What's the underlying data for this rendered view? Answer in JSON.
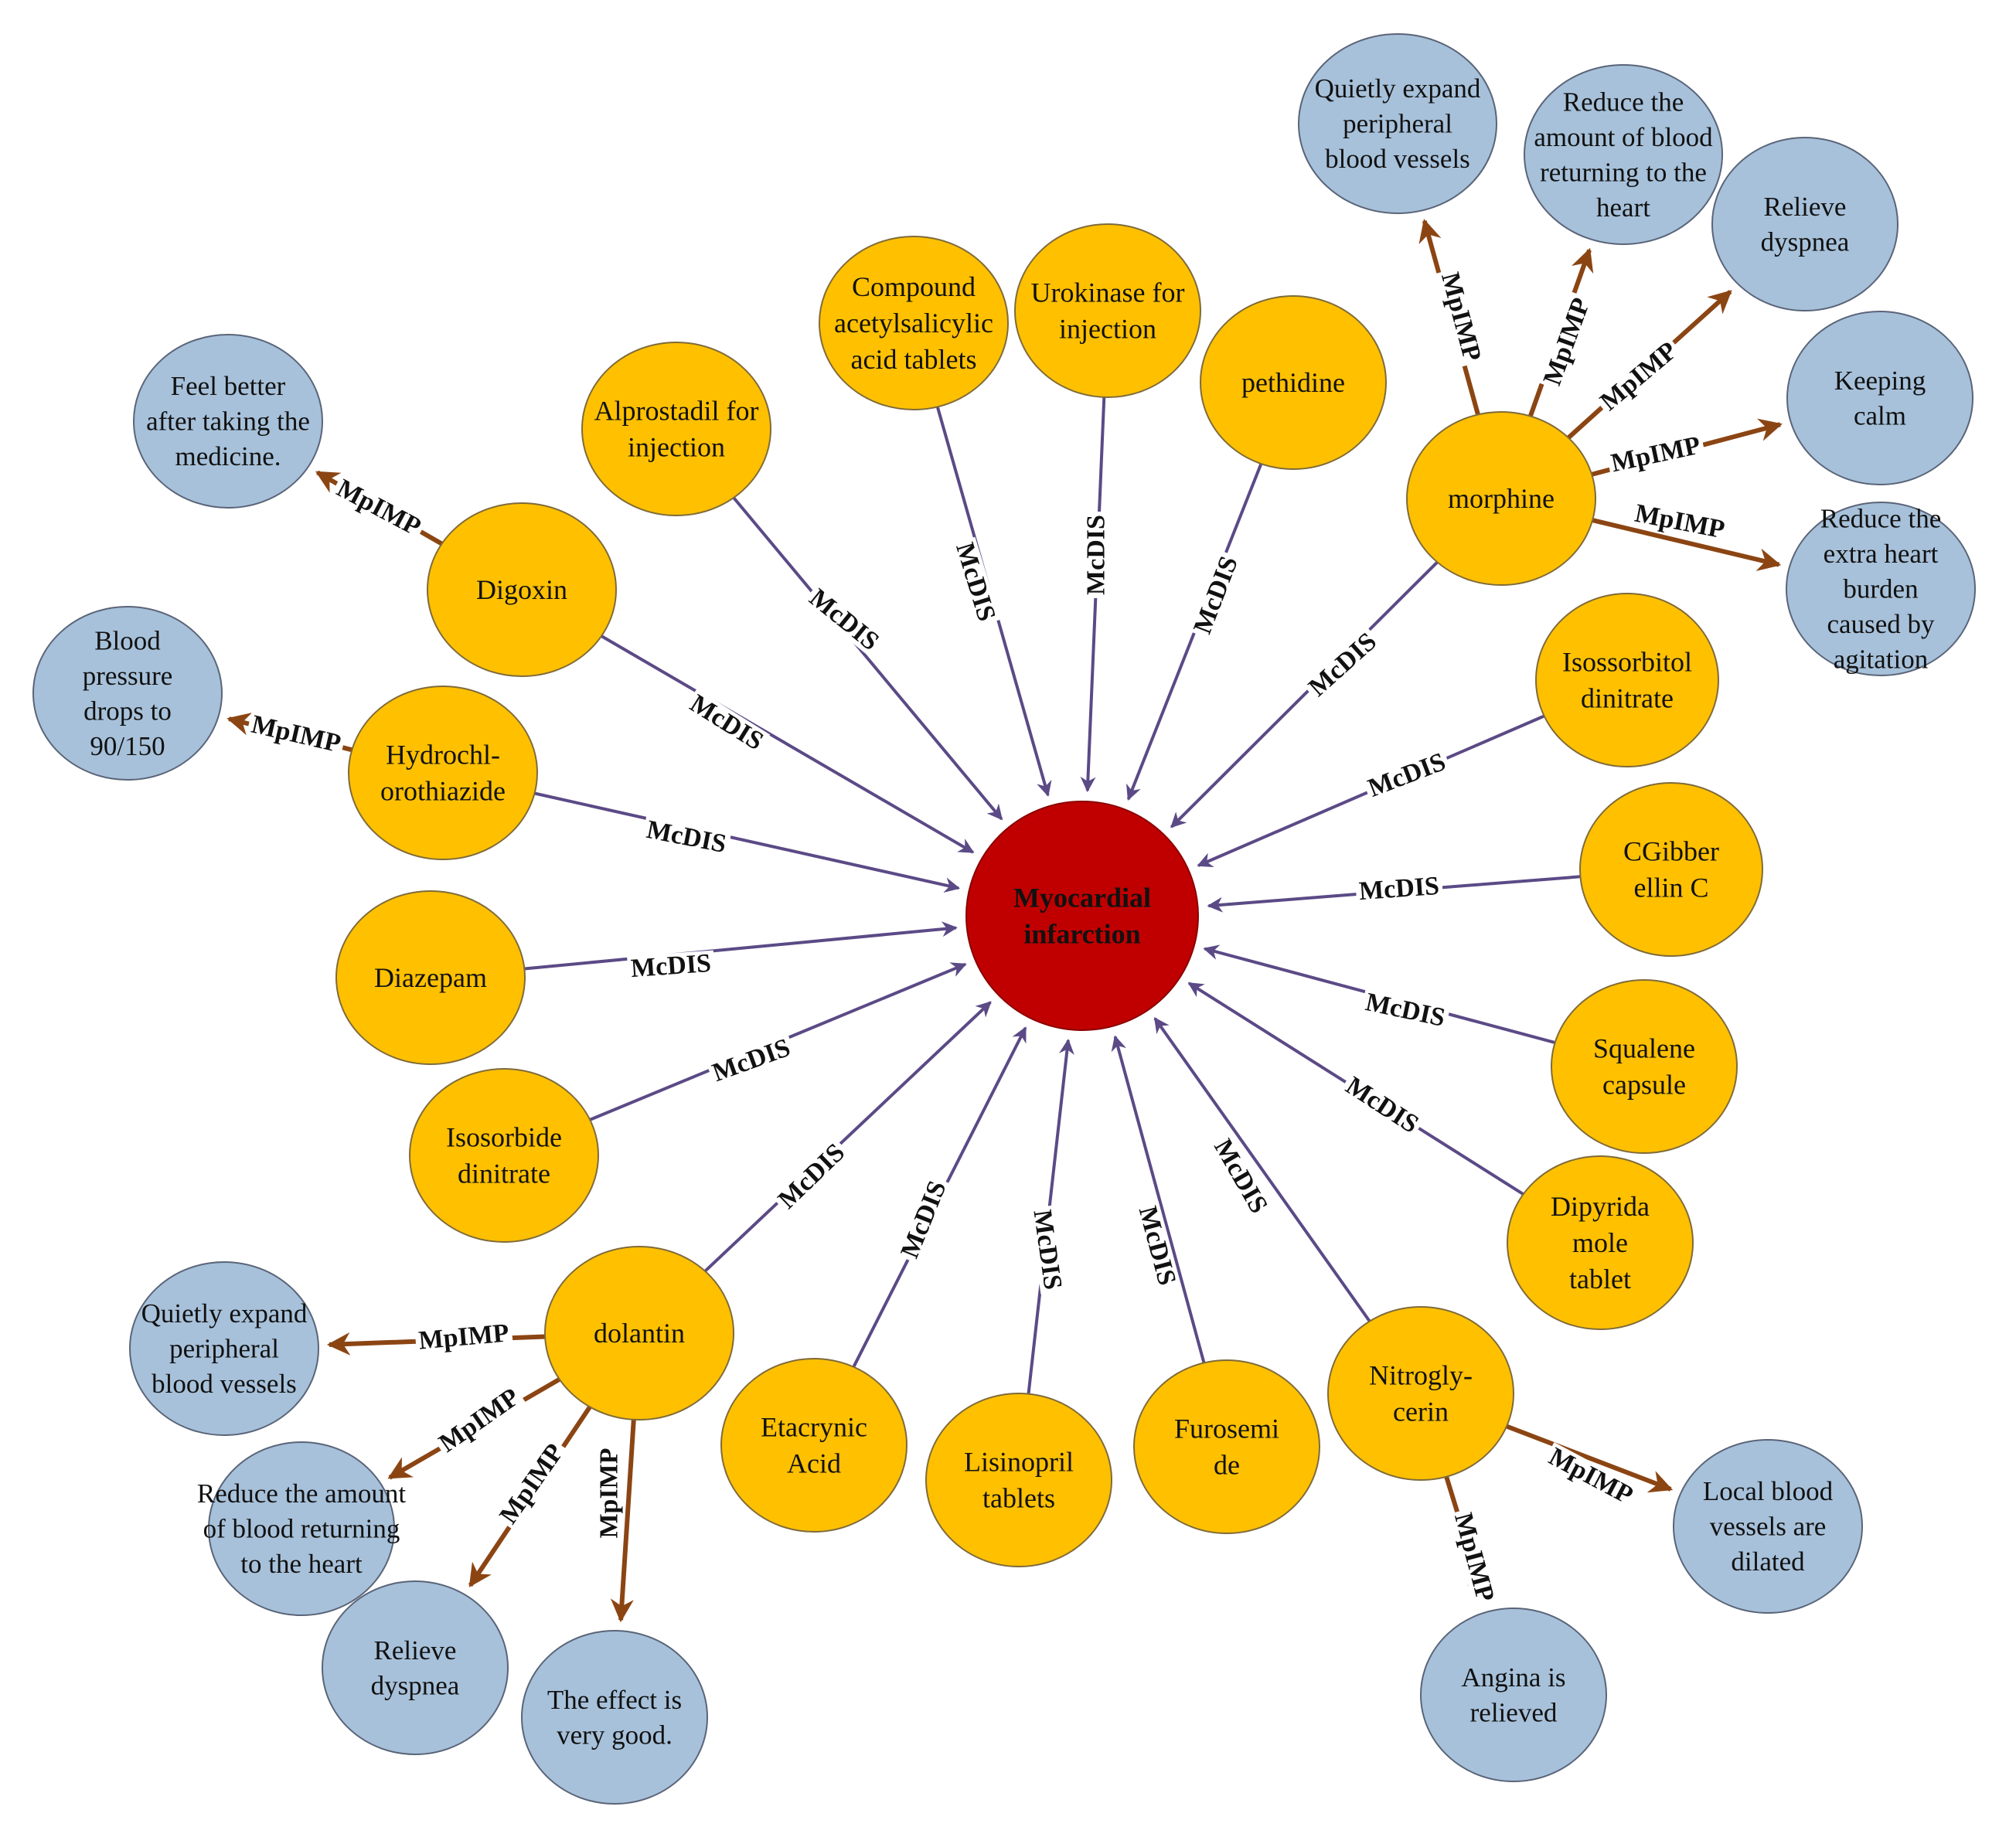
{
  "colors": {
    "center_fill": "#c00000",
    "center_stroke": "#8b0000",
    "drug_fill": "#ffc000",
    "drug_stroke": "#7f6b3a",
    "effect_fill": "#a7c1da",
    "effect_stroke": "#5a6478",
    "mcdis_edge": "#5b4a86",
    "mpimp_edge": "#8b4513"
  },
  "center": {
    "id": "mi",
    "label": [
      "Myocardial",
      "infarction"
    ]
  },
  "drugs": [
    {
      "id": "alprostadil",
      "label": [
        "Alprostadil for",
        "injection"
      ]
    },
    {
      "id": "aspirin",
      "label": [
        "Compound",
        "acetylsalicylic",
        "acid tablets"
      ]
    },
    {
      "id": "urokinase",
      "label": [
        "Urokinase for",
        "injection"
      ]
    },
    {
      "id": "pethidine",
      "label": [
        "pethidine"
      ]
    },
    {
      "id": "morphine",
      "label": [
        "morphine"
      ]
    },
    {
      "id": "digoxin",
      "label": [
        "Digoxin"
      ]
    },
    {
      "id": "hctz",
      "label": [
        "Hydrochl-",
        "orothiazide"
      ]
    },
    {
      "id": "diazepam",
      "label": [
        "Diazepam"
      ]
    },
    {
      "id": "isosorbide",
      "label": [
        "Isosorbide",
        "dinitrate"
      ]
    },
    {
      "id": "dolantin",
      "label": [
        "dolantin"
      ]
    },
    {
      "id": "etacrynic",
      "label": [
        "Etacrynic",
        "Acid"
      ]
    },
    {
      "id": "lisinopril",
      "label": [
        "Lisinopril",
        "tablets"
      ]
    },
    {
      "id": "furosemide",
      "label": [
        "Furosemi",
        "de"
      ]
    },
    {
      "id": "nitro",
      "label": [
        "Nitrogly-",
        "cerin"
      ]
    },
    {
      "id": "dipyridamole",
      "label": [
        "Dipyrida",
        "mole",
        "tablet"
      ]
    },
    {
      "id": "squalene",
      "label": [
        "Squalene",
        "capsule"
      ]
    },
    {
      "id": "gibberellin",
      "label": [
        "CGibber",
        "ellin C"
      ]
    },
    {
      "id": "isossorbitol",
      "label": [
        "Isossorbitol",
        "dinitrate"
      ]
    }
  ],
  "effects": [
    {
      "id": "m1",
      "label": [
        "Quietly expand",
        "peripheral",
        "blood vessels"
      ]
    },
    {
      "id": "m2",
      "label": [
        "Reduce the",
        "amount of blood",
        "returning to the",
        "heart"
      ]
    },
    {
      "id": "m3",
      "label": [
        "Relieve",
        "dyspnea"
      ]
    },
    {
      "id": "m4",
      "label": [
        "Keeping",
        "calm"
      ]
    },
    {
      "id": "m5",
      "label": [
        "Reduce the",
        "extra heart",
        "burden",
        "caused by",
        "agitation"
      ]
    },
    {
      "id": "dg1",
      "label": [
        "Feel better",
        "after taking the",
        "medicine."
      ]
    },
    {
      "id": "h1",
      "label": [
        "Blood",
        "pressure",
        "drops to",
        "90/150"
      ]
    },
    {
      "id": "d1",
      "label": [
        "Quietly expand",
        "peripheral",
        "blood vessels"
      ]
    },
    {
      "id": "d2",
      "label": [
        "Reduce the amount",
        "of blood returning",
        "to the heart"
      ]
    },
    {
      "id": "d3",
      "label": [
        "Relieve",
        "dyspnea"
      ]
    },
    {
      "id": "d4",
      "label": [
        "The effect is",
        "very good."
      ]
    },
    {
      "id": "n1",
      "label": [
        "Local blood",
        "vessels are",
        "dilated"
      ]
    },
    {
      "id": "n2",
      "label": [
        "Angina is",
        "relieved"
      ]
    }
  ],
  "edges": [
    {
      "from": "alprostadil",
      "to": "mi",
      "type": "mcdis",
      "label": "McDIS"
    },
    {
      "from": "aspirin",
      "to": "mi",
      "type": "mcdis",
      "label": "McDIS"
    },
    {
      "from": "urokinase",
      "to": "mi",
      "type": "mcdis",
      "label": "McDIS"
    },
    {
      "from": "pethidine",
      "to": "mi",
      "type": "mcdis",
      "label": "McDIS"
    },
    {
      "from": "morphine",
      "to": "mi",
      "type": "mcdis",
      "label": "McDIS"
    },
    {
      "from": "digoxin",
      "to": "mi",
      "type": "mcdis",
      "label": "McDIS"
    },
    {
      "from": "hctz",
      "to": "mi",
      "type": "mcdis",
      "label": "McDIS"
    },
    {
      "from": "diazepam",
      "to": "mi",
      "type": "mcdis",
      "label": "McDIS"
    },
    {
      "from": "isosorbide",
      "to": "mi",
      "type": "mcdis",
      "label": "McDIS"
    },
    {
      "from": "dolantin",
      "to": "mi",
      "type": "mcdis",
      "label": "McDIS"
    },
    {
      "from": "etacrynic",
      "to": "mi",
      "type": "mcdis",
      "label": "McDIS"
    },
    {
      "from": "lisinopril",
      "to": "mi",
      "type": "mcdis",
      "label": "McDIS"
    },
    {
      "from": "furosemide",
      "to": "mi",
      "type": "mcdis",
      "label": "McDIS"
    },
    {
      "from": "nitro",
      "to": "mi",
      "type": "mcdis",
      "label": "McDIS"
    },
    {
      "from": "dipyridamole",
      "to": "mi",
      "type": "mcdis",
      "label": "McDIS"
    },
    {
      "from": "squalene",
      "to": "mi",
      "type": "mcdis",
      "label": "McDIS"
    },
    {
      "from": "gibberellin",
      "to": "mi",
      "type": "mcdis",
      "label": "McDIS"
    },
    {
      "from": "isossorbitol",
      "to": "mi",
      "type": "mcdis",
      "label": "McDIS"
    },
    {
      "from": "morphine",
      "to": "m1",
      "type": "mpimp",
      "label": "MpIMP"
    },
    {
      "from": "morphine",
      "to": "m2",
      "type": "mpimp",
      "label": "MpIMP"
    },
    {
      "from": "morphine",
      "to": "m3",
      "type": "mpimp",
      "label": "MpIMP"
    },
    {
      "from": "morphine",
      "to": "m4",
      "type": "mpimp",
      "label": "MpIMP"
    },
    {
      "from": "morphine",
      "to": "m5",
      "type": "mpimp",
      "label": "MpIMP"
    },
    {
      "from": "digoxin",
      "to": "dg1",
      "type": "mpimp",
      "label": "MpIMP"
    },
    {
      "from": "hctz",
      "to": "h1",
      "type": "mpimp",
      "label": "MpIMP"
    },
    {
      "from": "dolantin",
      "to": "d1",
      "type": "mpimp",
      "label": "MpIMP"
    },
    {
      "from": "dolantin",
      "to": "d2",
      "type": "mpimp",
      "label": "MpIMP"
    },
    {
      "from": "dolantin",
      "to": "d3",
      "type": "mpimp",
      "label": "MpIMP"
    },
    {
      "from": "dolantin",
      "to": "d4",
      "type": "mpimp",
      "label": "MpIMP"
    },
    {
      "from": "nitro",
      "to": "n1",
      "type": "mpimp",
      "label": "MpIMP"
    },
    {
      "from": "nitro",
      "to": "n2",
      "type": "mpimp",
      "label": "MpIMP"
    }
  ]
}
